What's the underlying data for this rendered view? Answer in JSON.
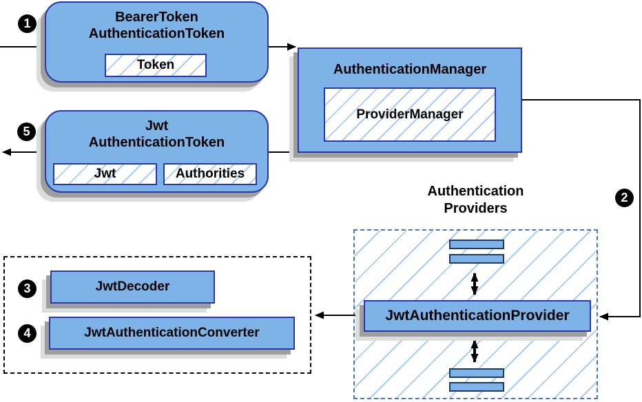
{
  "diagram": {
    "steps": {
      "s1": "1",
      "s2": "2",
      "s3": "3",
      "s4": "4",
      "s5": "5"
    },
    "bearer_token_node": {
      "title_line1": "BearerToken",
      "title_line2": "AuthenticationToken",
      "field": "Token"
    },
    "authentication_manager_node": {
      "title": "AuthenticationManager",
      "field": "ProviderManager"
    },
    "jwt_token_node": {
      "title_line1": "Jwt",
      "title_line2": "AuthenticationToken",
      "field_jwt": "Jwt",
      "field_authorities": "Authorities"
    },
    "providers_group": {
      "label_line1": "Authentication",
      "label_line2": "Providers",
      "provider_label": "JwtAuthenticationProvider"
    },
    "decoder_group": {
      "decoder_label": "JwtDecoder",
      "converter_label": "JwtAuthenticationConverter"
    },
    "colors": {
      "node_fill": "#7eb3e8",
      "node_border": "#2936ae",
      "hatch_line": "#a9cbf2",
      "providers_dash_border": "#4677b8",
      "decoder_dash_border": "#000000",
      "shadow_dark": "#9e9e9e",
      "shadow_light": "#dcdcdc",
      "arrow": "#000000",
      "badge_bg": "#000000",
      "badge_text": "#ffffff"
    }
  }
}
